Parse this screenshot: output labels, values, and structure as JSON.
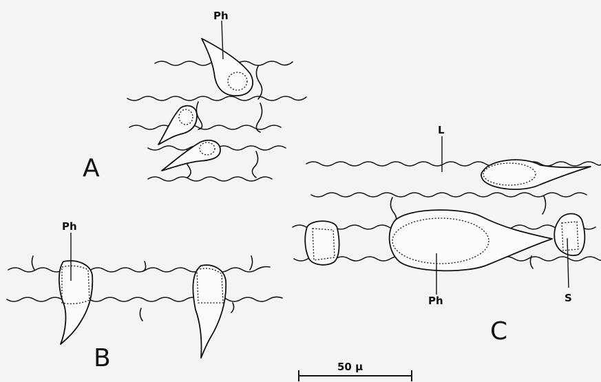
{
  "panels": {
    "a": {
      "label": "A",
      "phloem_label": "Ph"
    },
    "b": {
      "label": "B",
      "phloem_label": "Ph"
    },
    "c": {
      "label": "C",
      "lumen_label": "L",
      "phloem_label": "Ph",
      "sieve_label": "S"
    }
  },
  "scale_bar": {
    "label": "50 µ"
  },
  "colors": {
    "ink": "#111111",
    "paper": "#f4f4f2"
  }
}
